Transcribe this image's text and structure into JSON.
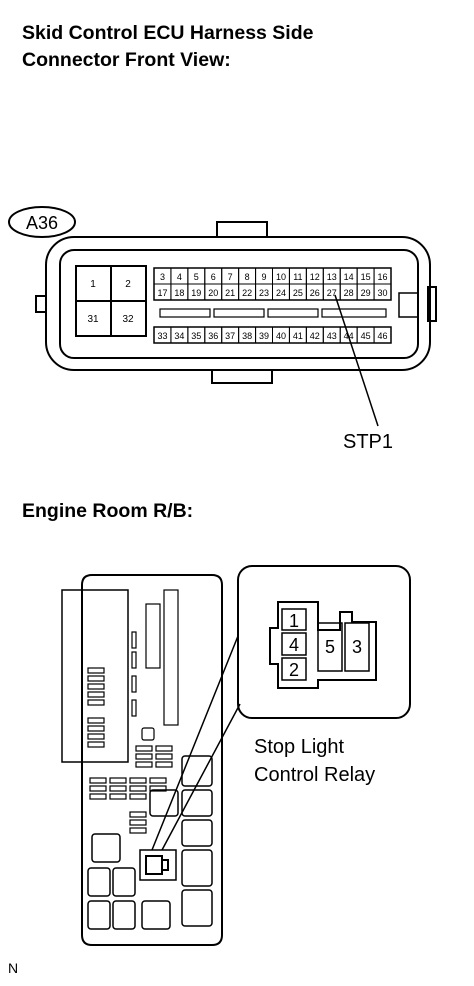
{
  "connector_section": {
    "title_line1": "Skid Control ECU Harness Side",
    "title_line2": "Connector Front View:",
    "connector_code": "A36",
    "big_pins": [
      "1",
      "2",
      "31",
      "32"
    ],
    "row1_pins": [
      "3",
      "4",
      "5",
      "6",
      "7",
      "8",
      "9",
      "10",
      "11",
      "12",
      "13",
      "14",
      "15",
      "16"
    ],
    "row2_pins": [
      "17",
      "18",
      "19",
      "20",
      "21",
      "22",
      "23",
      "24",
      "25",
      "26",
      "27",
      "28",
      "29",
      "30"
    ],
    "row3_pins": [
      "33",
      "34",
      "35",
      "36",
      "37",
      "38",
      "39",
      "40",
      "41",
      "42",
      "43",
      "44",
      "45",
      "46"
    ],
    "callout_label": "STP1"
  },
  "relay_section": {
    "title": "Engine Room R/B:",
    "relay_pins": [
      "1",
      "4",
      "2",
      "5",
      "3"
    ],
    "relay_label_line1": "Stop Light",
    "relay_label_line2": "Control Relay"
  },
  "footnote": "N"
}
